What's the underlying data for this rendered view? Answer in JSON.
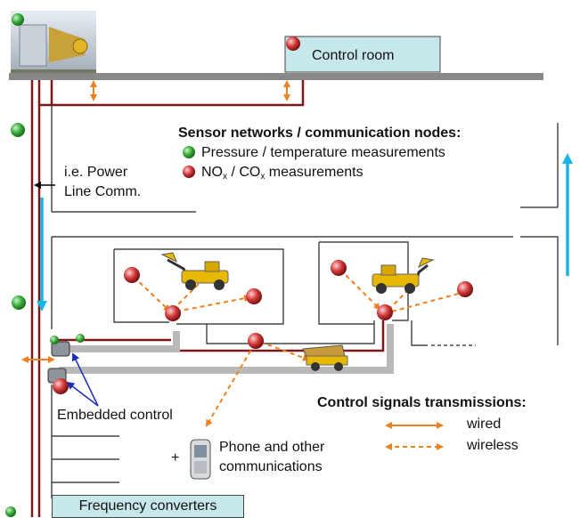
{
  "labels": {
    "control_room": "Control room",
    "frequency_converters": "Frequency converters",
    "power_line": [
      "i.e. Power",
      "Line Comm."
    ],
    "sensor_header": "Sensor networks / communication nodes:",
    "sensor_pressure": "Pressure / temperature measurements",
    "sensor_nox_prefix": "NO",
    "sensor_nox_sub": "x",
    "sensor_sep": " / CO",
    "sensor_cox_sub": "x",
    "sensor_suffix": " measurements",
    "embedded_control": "Embedded control",
    "phone": [
      "Phone and other",
      "communications"
    ],
    "plus": "+",
    "signals_header": "Control signals transmissions:",
    "wired": "wired",
    "wireless": "wireless"
  },
  "colors": {
    "green_node": "#3cae3c",
    "red_node": "#d23a3a",
    "wired_arrow": "#f07f1e",
    "cable": "#7a1a1a",
    "main_line": "#888888",
    "airflow_arrow": "#19b4e6",
    "label_box": "#c7e8ea",
    "machine_yellow": "#e8b800"
  },
  "icons": [
    "green-sensor-node-icon",
    "red-sensor-node-icon",
    "loader-vehicle-icon",
    "dump-truck-icon",
    "mobile-phone-icon",
    "mine-building-icon",
    "controller-unit-icon"
  ]
}
